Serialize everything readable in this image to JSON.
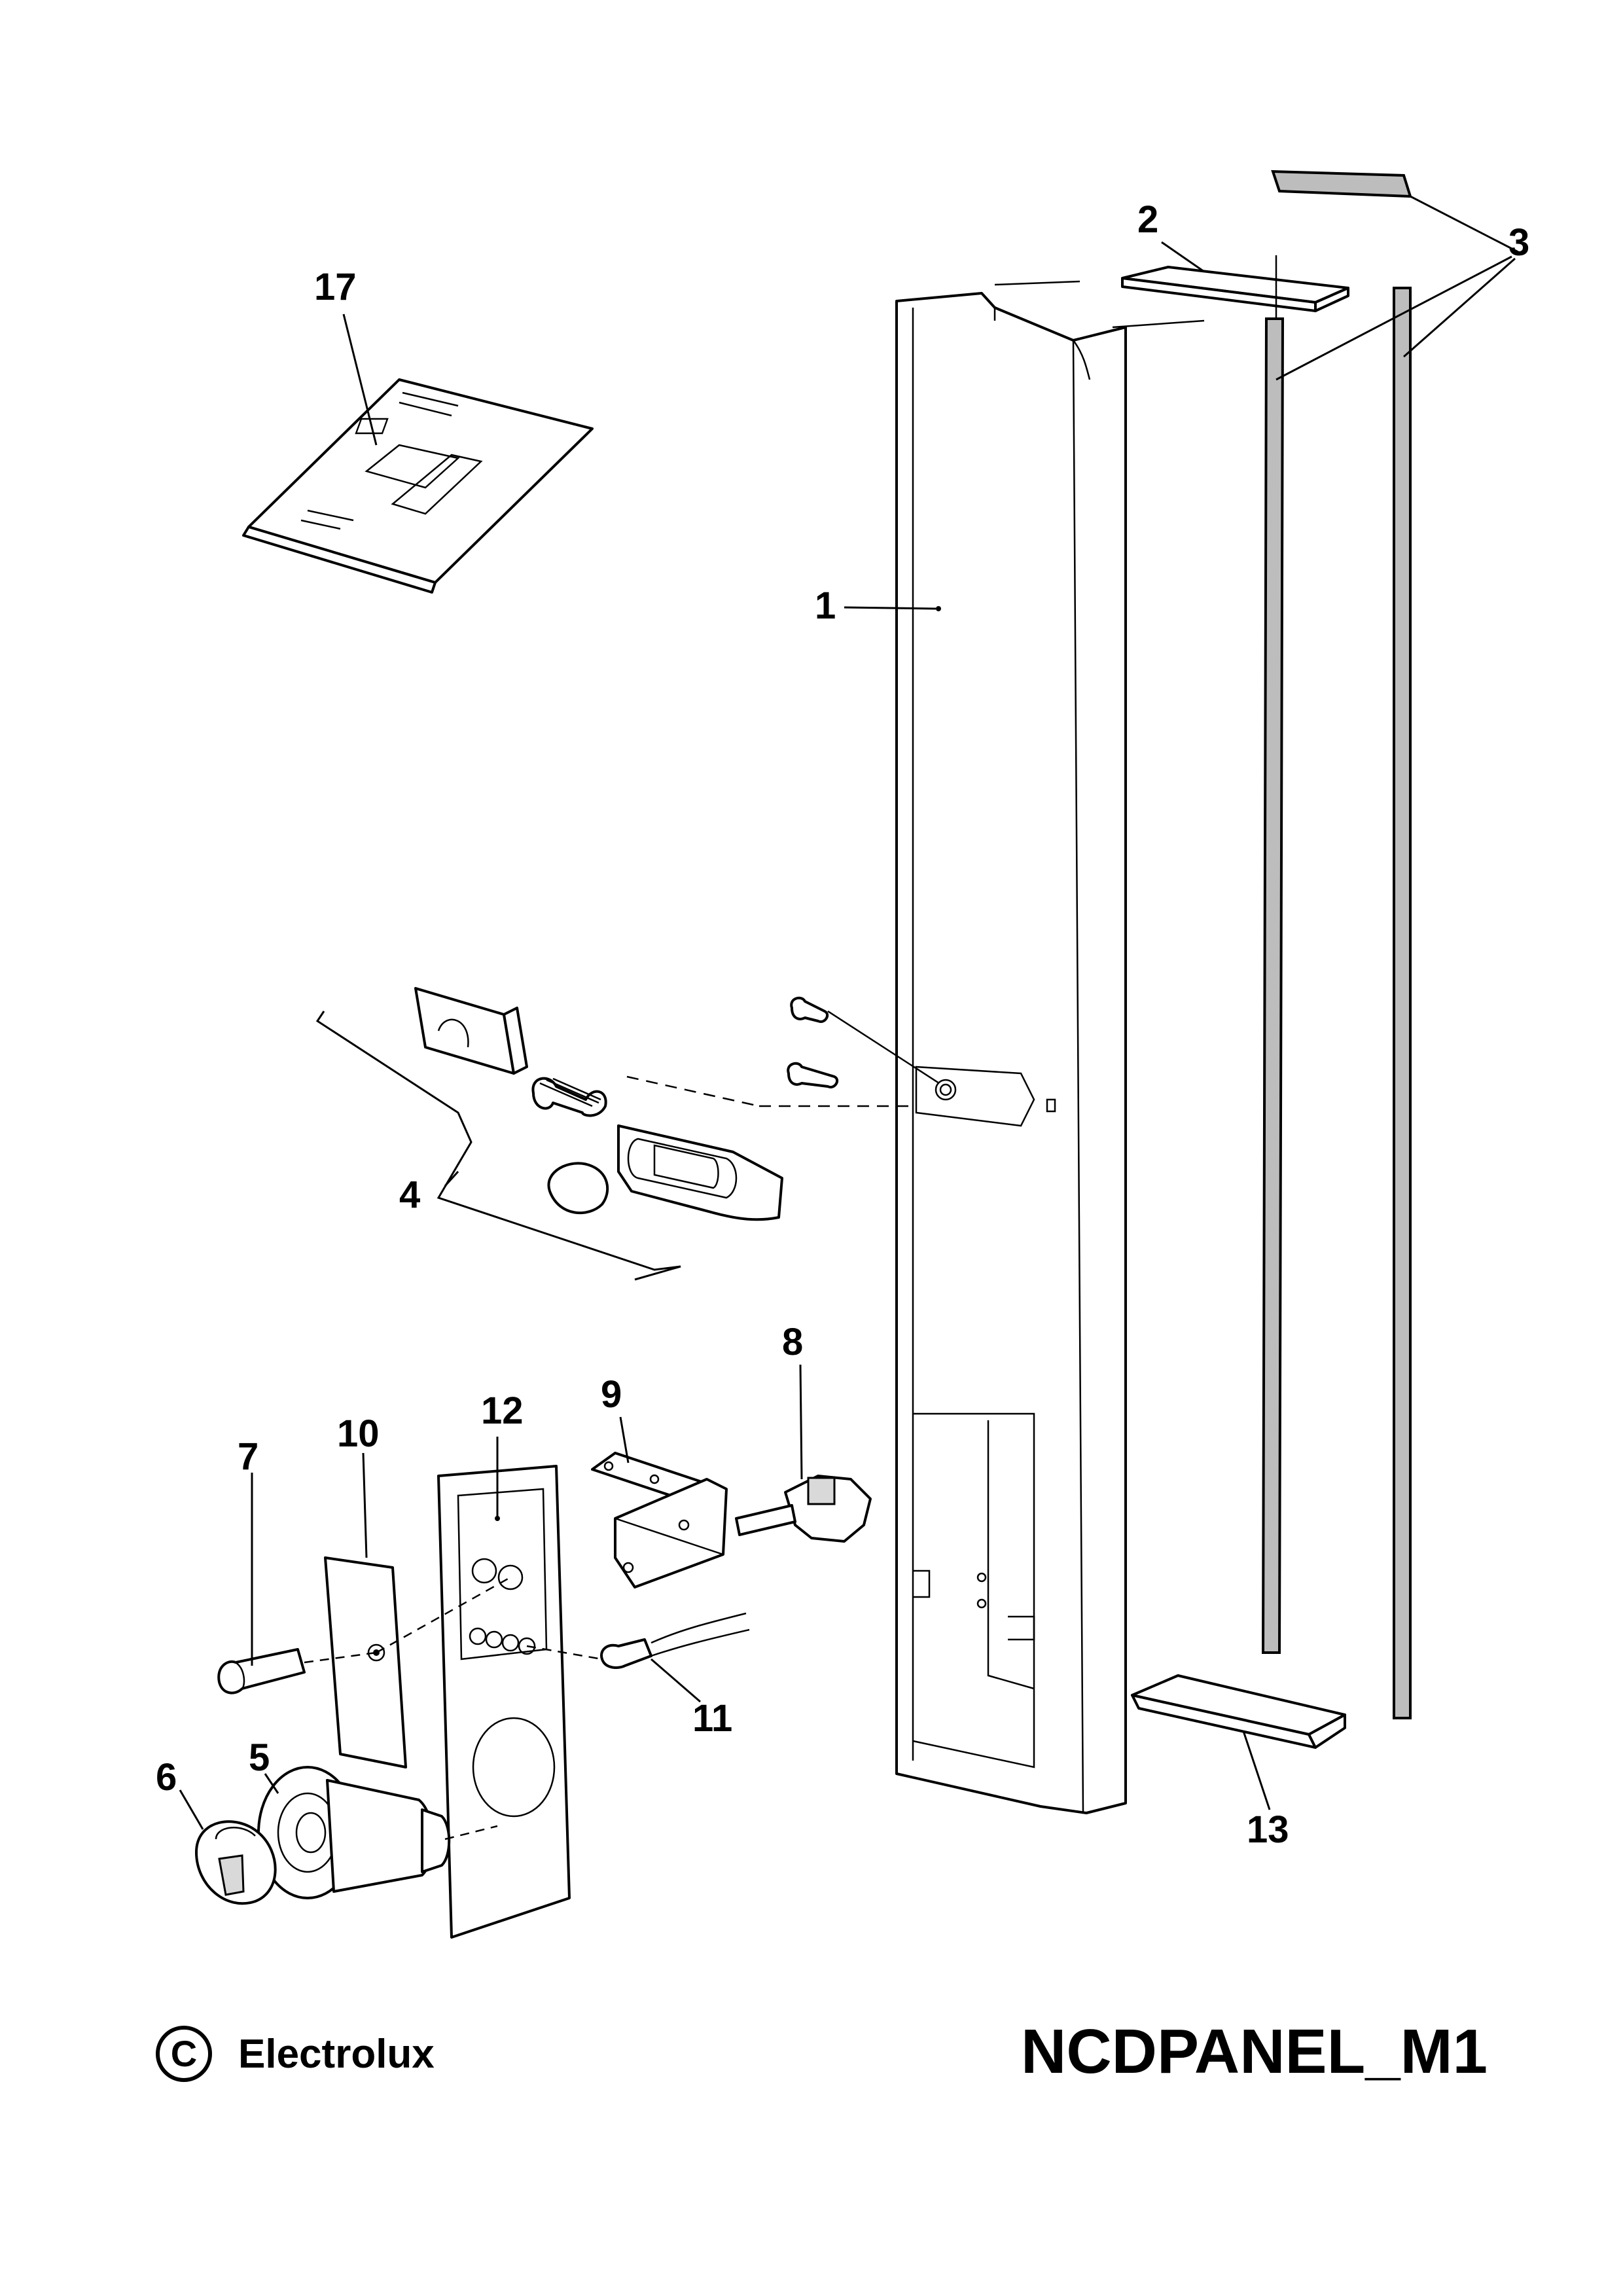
{
  "callouts": {
    "p1": "1",
    "p2": "2",
    "p3": "3",
    "p4": "4",
    "p5": "5",
    "p6": "6",
    "p7": "7",
    "p8": "8",
    "p9": "9",
    "p10": "10",
    "p11": "11",
    "p12": "12",
    "p13": "13",
    "p17": "17"
  },
  "footer": {
    "copyright_symbol": "C",
    "brand": "Electrolux",
    "diagram_code": "NCDPANEL_M1"
  }
}
